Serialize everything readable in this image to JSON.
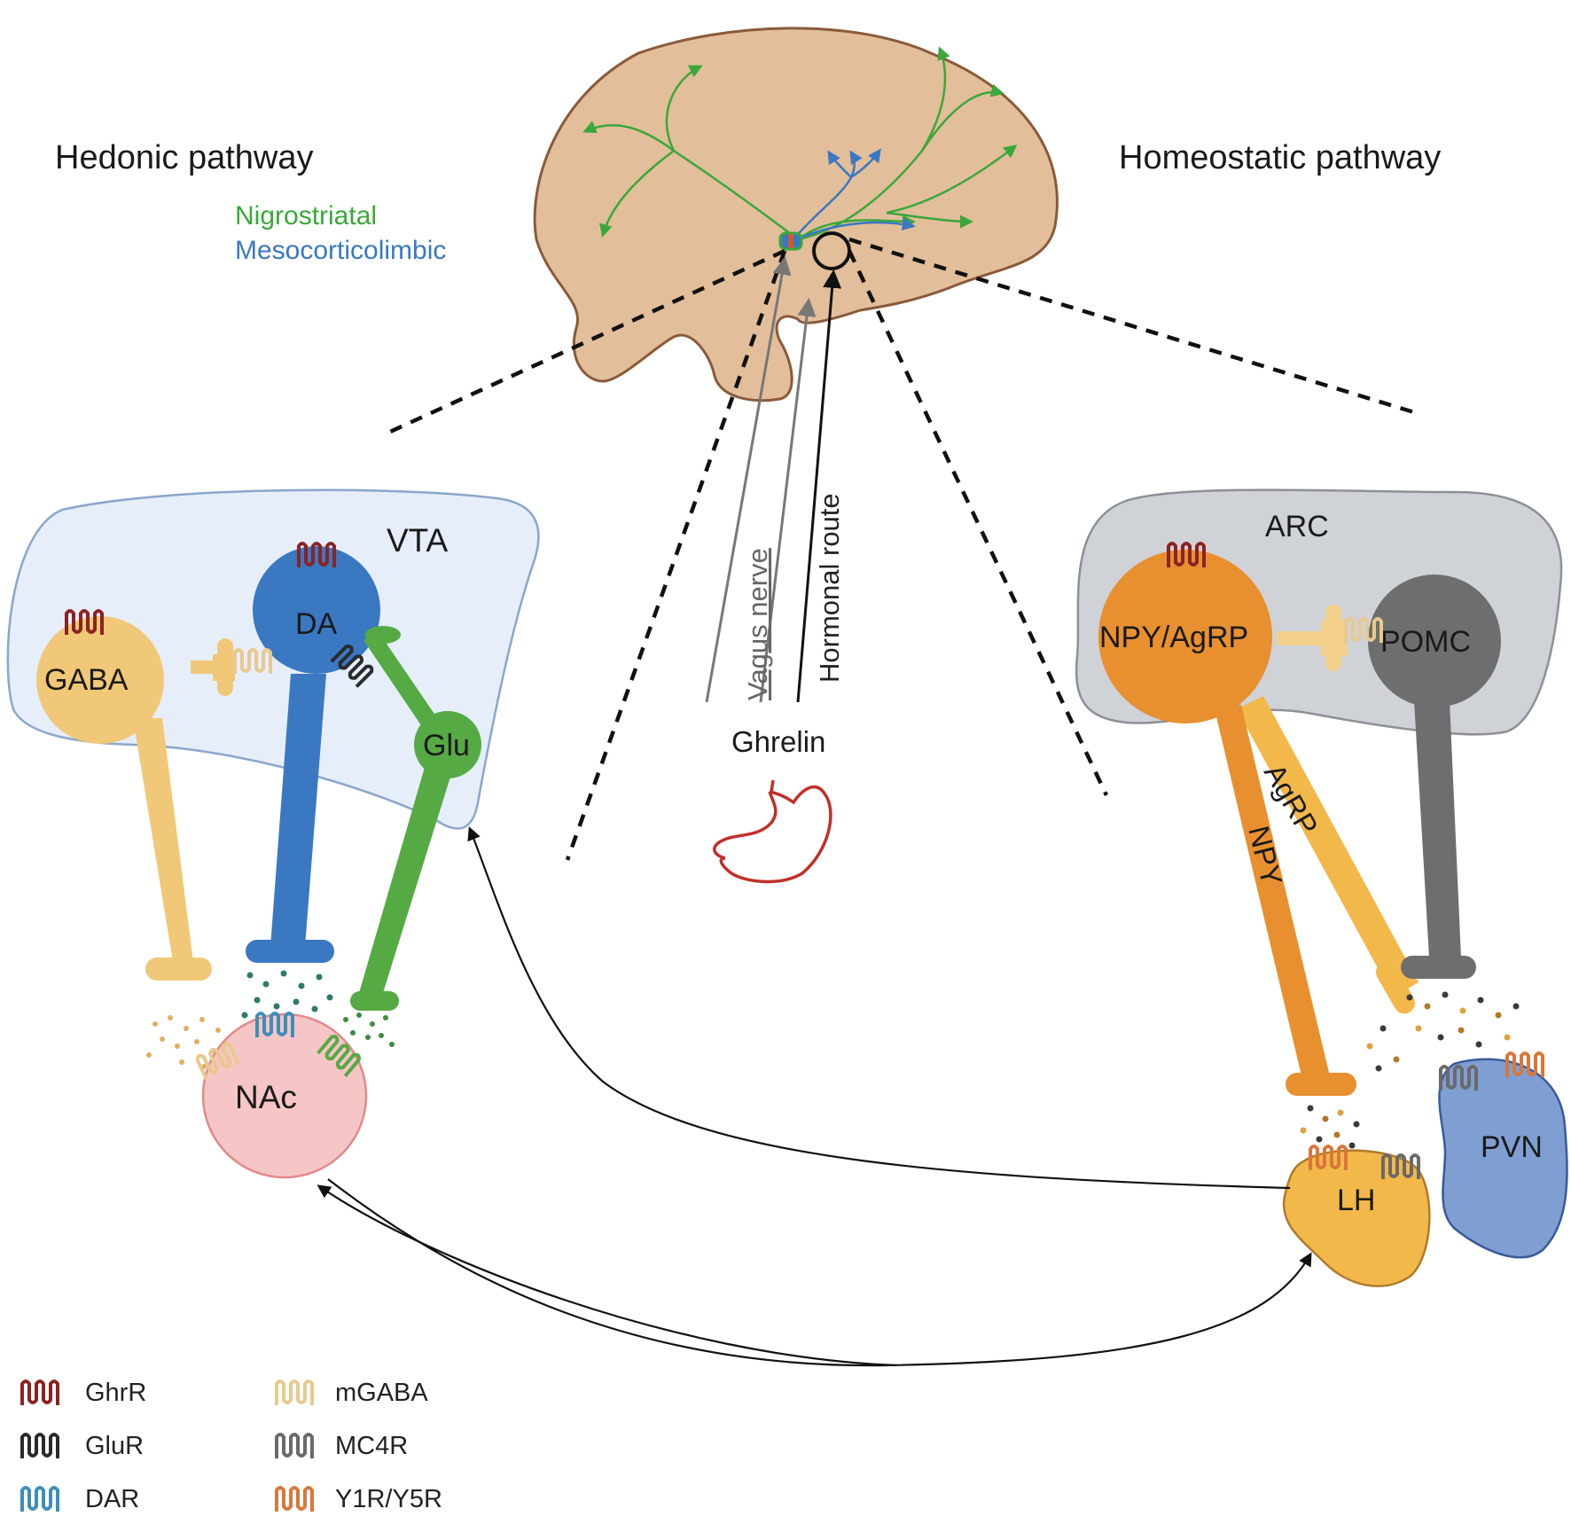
{
  "headings": {
    "hedonic": "Hedonic pathway",
    "homeostatic": "Homeostatic pathway"
  },
  "brain_legend": {
    "nigrostriatal": "Nigrostriatal",
    "mesocorticolimbic": "Mesocorticolimbic"
  },
  "center": {
    "vagus": "Vagus nerve",
    "hormonal": "Hormonal route",
    "ghrelin": "Ghrelin"
  },
  "hedonic_regions": {
    "vta": "VTA",
    "da": "DA",
    "gaba": "GABA",
    "glu": "Glu",
    "nac": "NAc"
  },
  "homeostatic_regions": {
    "arc": "ARC",
    "npy_agrp": "NPY/AgRP",
    "pomc": "POMC",
    "agrp": "AgRP",
    "npy": "NPY",
    "lh": "LH",
    "pvn": "PVN"
  },
  "receptor_legend": [
    {
      "label": "GhrR",
      "icon": "ghrelin-receptor-icon",
      "color": "#8b2323"
    },
    {
      "label": "GluR",
      "icon": "glutamate-receptor-icon",
      "color": "#2b2b2b"
    },
    {
      "label": "DAR",
      "icon": "dopamine-receptor-icon",
      "color": "#3d8fb8"
    },
    {
      "label": "mGABA",
      "icon": "gaba-receptor-icon",
      "color": "#e8c98e"
    },
    {
      "label": "MC4R",
      "icon": "mc4-receptor-icon",
      "color": "#6a6a6a"
    },
    {
      "label": "Y1R/Y5R",
      "icon": "y-receptor-icon",
      "color": "#d9773a"
    }
  ],
  "colors": {
    "brain": "#e3be9b",
    "nigrostriatal": "#3aa83a",
    "mesocorticolimbic": "#3a78c2",
    "vta_region": "#e6eef9",
    "arc_region": "#cfd2d7",
    "dopamine": "#3a78c2",
    "gaba": "#f0c878",
    "glutamate": "#55aa44",
    "nac": "#f6c6c6",
    "npy_agrp": "#e8902f",
    "pomc": "#6e6e6e",
    "lh": "#f3b84a",
    "pvn": "#7f9fd3"
  }
}
